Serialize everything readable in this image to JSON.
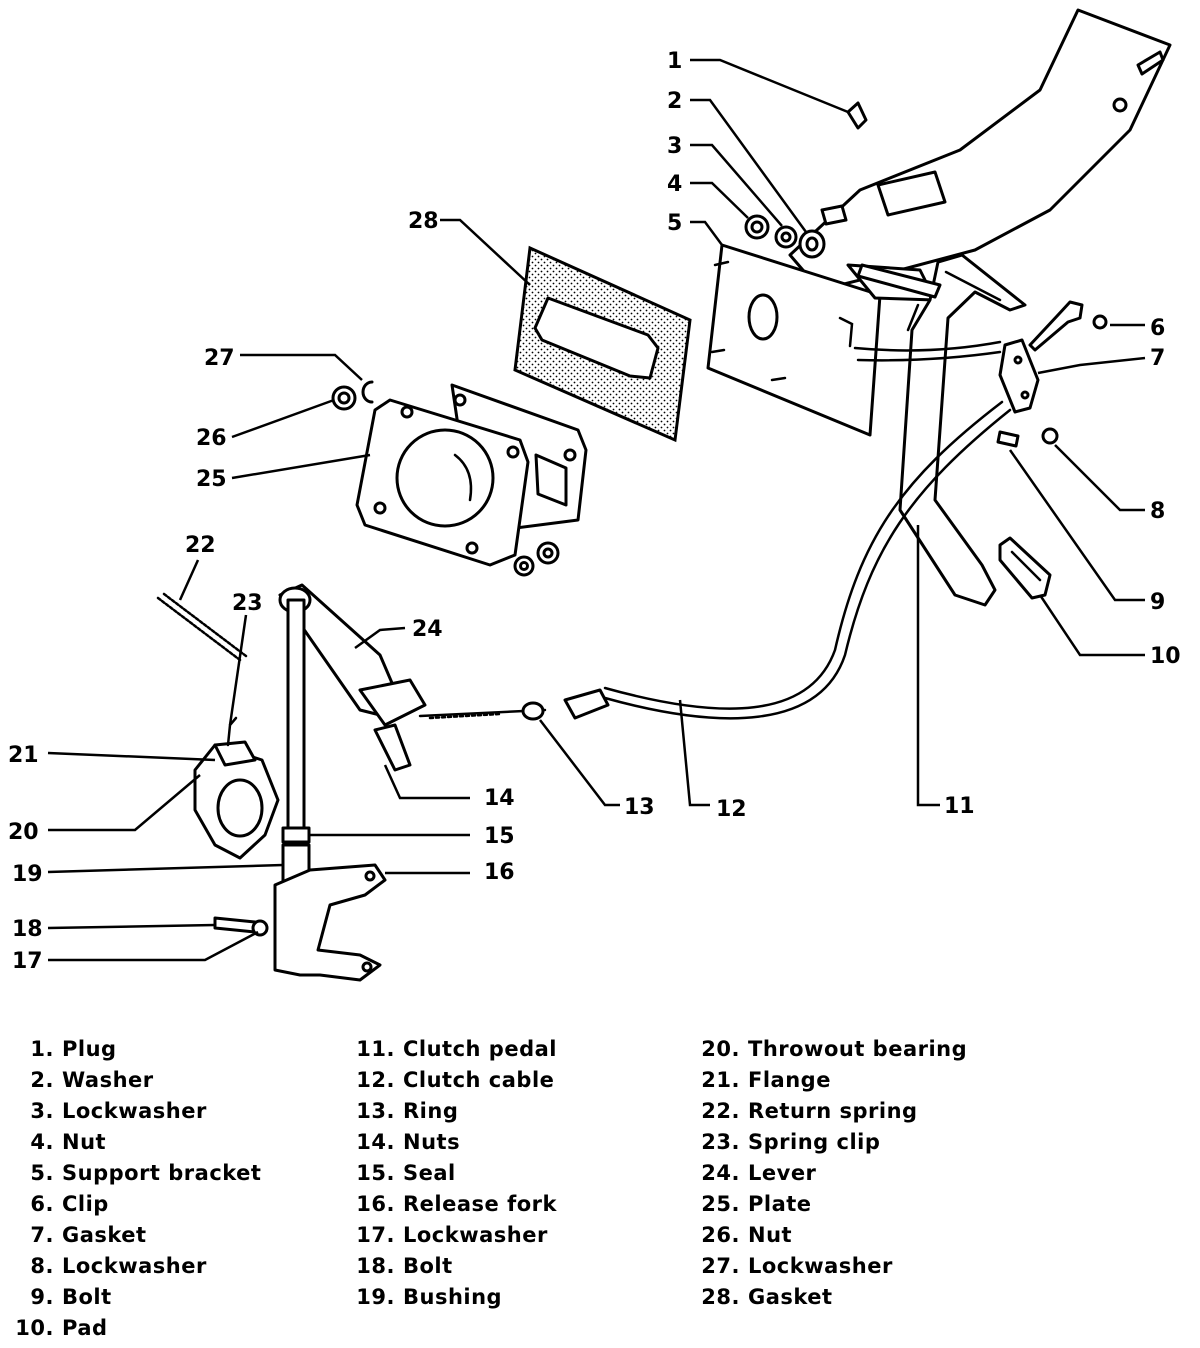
{
  "callouts": [
    "1",
    "2",
    "3",
    "4",
    "5",
    "6",
    "7",
    "8",
    "9",
    "10",
    "11",
    "12",
    "13",
    "14",
    "15",
    "16",
    "17",
    "18",
    "19",
    "20",
    "21",
    "22",
    "23",
    "24",
    "25",
    "26",
    "27",
    "28"
  ],
  "legend": [
    [
      {
        "n": "1.",
        "label": "Plug"
      },
      {
        "n": "2.",
        "label": "Washer"
      },
      {
        "n": "3.",
        "label": "Lockwasher"
      },
      {
        "n": "4.",
        "label": "Nut"
      },
      {
        "n": "5.",
        "label": "Support bracket"
      },
      {
        "n": "6.",
        "label": "Clip"
      },
      {
        "n": "7.",
        "label": "Gasket"
      },
      {
        "n": "8.",
        "label": "Lockwasher"
      },
      {
        "n": "9.",
        "label": "Bolt"
      },
      {
        "n": "10.",
        "label": "Pad"
      }
    ],
    [
      {
        "n": "11.",
        "label": "Clutch pedal"
      },
      {
        "n": "12.",
        "label": "Clutch cable"
      },
      {
        "n": "13.",
        "label": "Ring"
      },
      {
        "n": "14.",
        "label": "Nuts"
      },
      {
        "n": "15.",
        "label": "Seal"
      },
      {
        "n": "16.",
        "label": "Release fork"
      },
      {
        "n": "17.",
        "label": "Lockwasher"
      },
      {
        "n": "18.",
        "label": "Bolt"
      },
      {
        "n": "19.",
        "label": "Bushing"
      }
    ],
    [
      {
        "n": "20.",
        "label": "Throwout bearing"
      },
      {
        "n": "21.",
        "label": "Flange"
      },
      {
        "n": "22.",
        "label": "Return spring"
      },
      {
        "n": "23.",
        "label": "Spring clip"
      },
      {
        "n": "24.",
        "label": "Lever"
      },
      {
        "n": "25.",
        "label": "Plate"
      },
      {
        "n": "26.",
        "label": "Nut"
      },
      {
        "n": "27.",
        "label": "Lockwasher"
      },
      {
        "n": "28.",
        "label": "Gasket"
      }
    ]
  ]
}
